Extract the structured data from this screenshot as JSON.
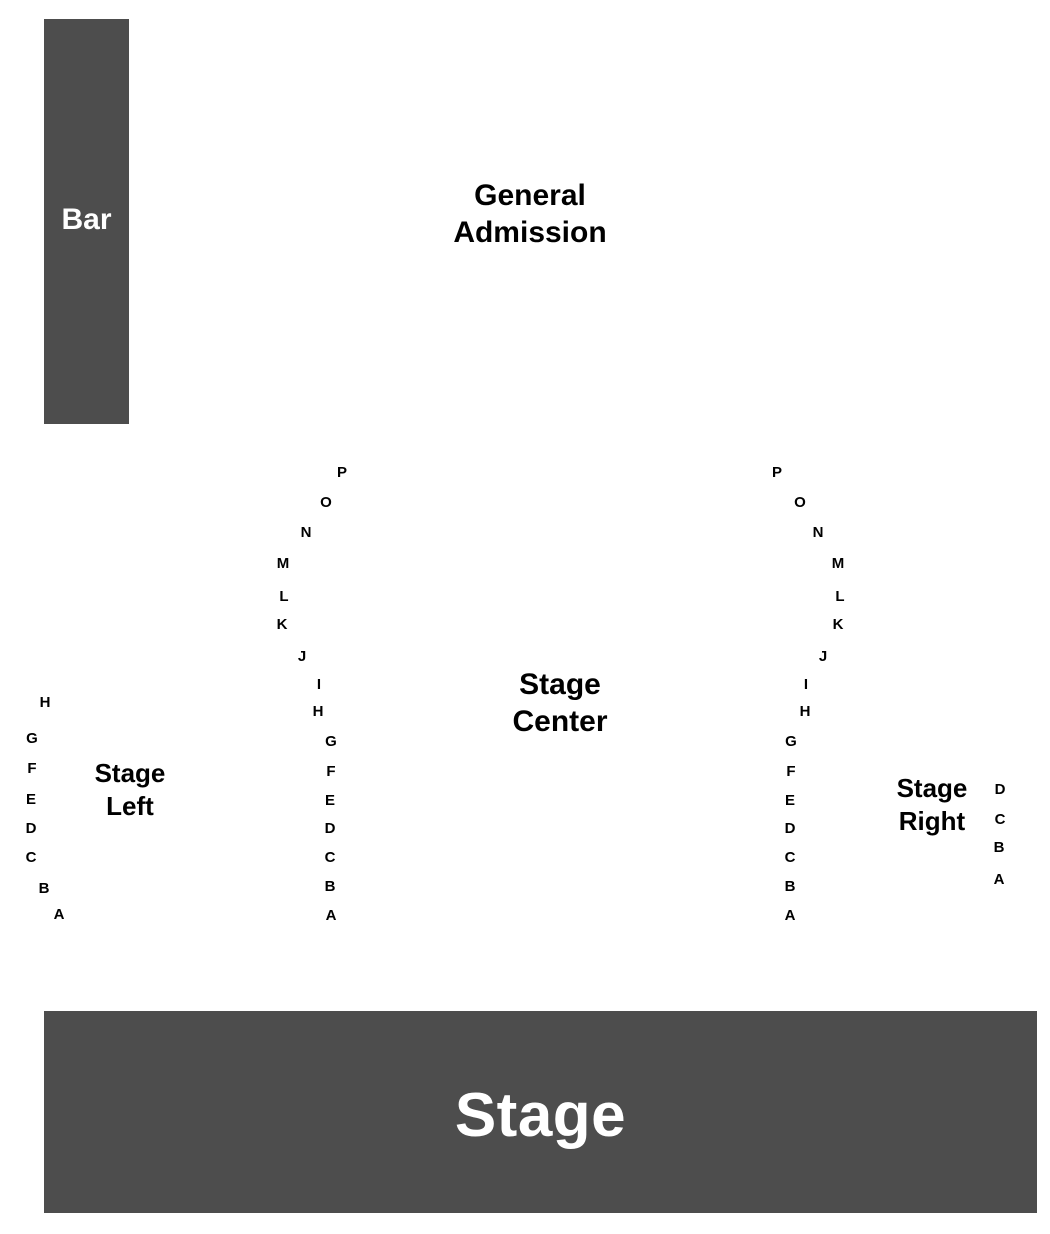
{
  "bar": {
    "label": "Bar"
  },
  "stage": {
    "label": "Stage"
  },
  "sections": {
    "general_admission": [
      "General",
      "Admission"
    ],
    "stage_center": [
      "Stage",
      "Center"
    ],
    "stage_left": [
      "Stage",
      "Left"
    ],
    "stage_right": [
      "Stage",
      "Right"
    ]
  },
  "colors": {
    "block_fill": "#4d4d4d",
    "block_text": "#ffffff",
    "label_text": "#000000",
    "background": "#ffffff"
  },
  "rows": {
    "stage_left": [
      "H",
      "G",
      "F",
      "E",
      "D",
      "C",
      "B",
      "A"
    ],
    "center_left": [
      "P",
      "O",
      "N",
      "M",
      "L",
      "K",
      "J",
      "I",
      "H",
      "G",
      "F",
      "E",
      "D",
      "C",
      "B",
      "A"
    ],
    "center_right": [
      "P",
      "O",
      "N",
      "M",
      "L",
      "K",
      "J",
      "I",
      "H",
      "G",
      "F",
      "E",
      "D",
      "C",
      "B",
      "A"
    ],
    "stage_right": [
      "D",
      "C",
      "B",
      "A"
    ]
  }
}
